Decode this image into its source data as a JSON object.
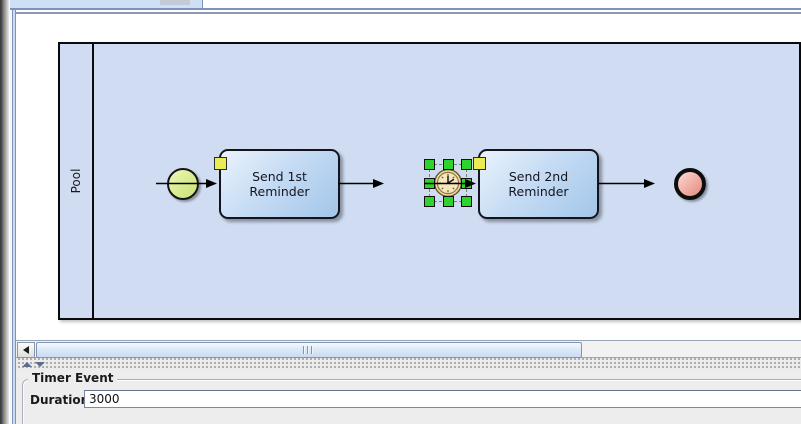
{
  "pool": {
    "label": "Pool"
  },
  "diagram": {
    "tasks": [
      {
        "label": "Send 1st Reminder"
      },
      {
        "label": "Send 2nd Reminder"
      }
    ],
    "events": {
      "start": "start-event",
      "timer": "timer-intermediate-event",
      "end": "end-event"
    }
  },
  "properties_panel": {
    "group_title": "Timer Event",
    "fields": [
      {
        "label": "Duration",
        "value": "3000"
      }
    ]
  },
  "colors": {
    "pool_fill": "#d0dcf2",
    "task_fill_top": "#eaf3fd",
    "task_fill_bottom": "#a3c6ea",
    "start_event_fill": "#dcee96",
    "end_event_fill": "#f0aca2",
    "marker_yellow": "#ebeb55",
    "selection_handle_green": "#2fd32f",
    "scrollbar_thumb": "#dce9f8",
    "tab_blue": "#cfe0f4",
    "panel_bg": "#ededed"
  }
}
